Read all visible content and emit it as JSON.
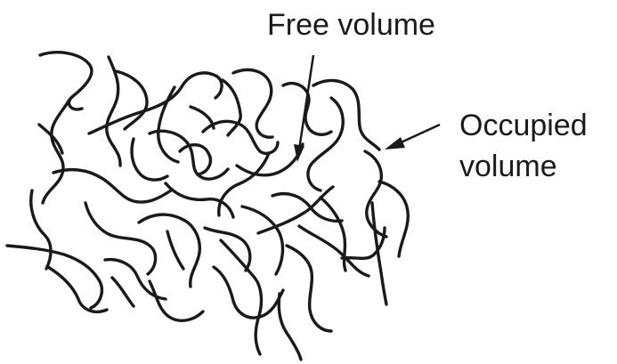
{
  "labels": {
    "free_volume": "Free volume",
    "occupied_line1": "Occupied",
    "occupied_line2": "volume"
  },
  "colors": {
    "ink": "#1a1a1a",
    "background": "#ffffff"
  }
}
